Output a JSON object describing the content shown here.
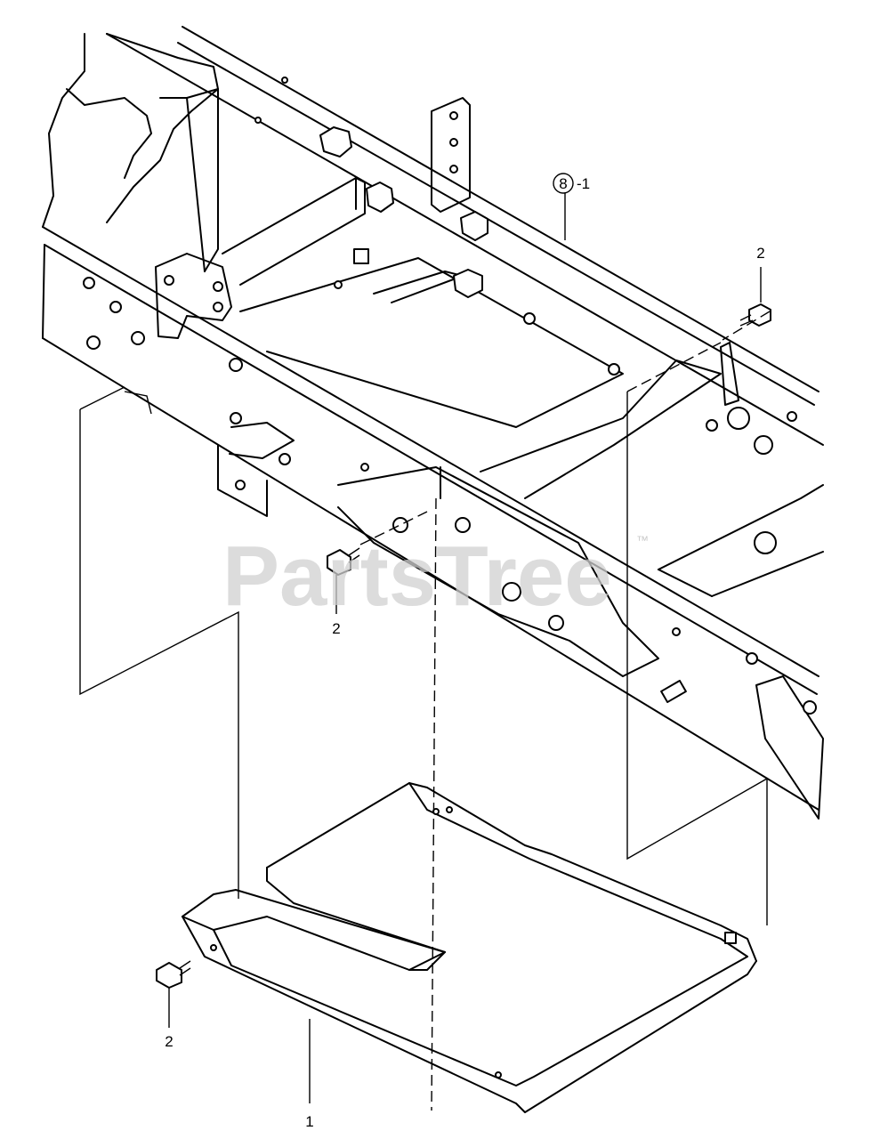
{
  "watermark": {
    "text": "PartsTree",
    "trademark": "™"
  },
  "callouts": {
    "frame_ref_number": "8",
    "frame_ref_suffix": "-1",
    "bolt_top_right": "2",
    "bolt_center": "2",
    "bolt_bottom_left": "2",
    "tray": "1"
  }
}
